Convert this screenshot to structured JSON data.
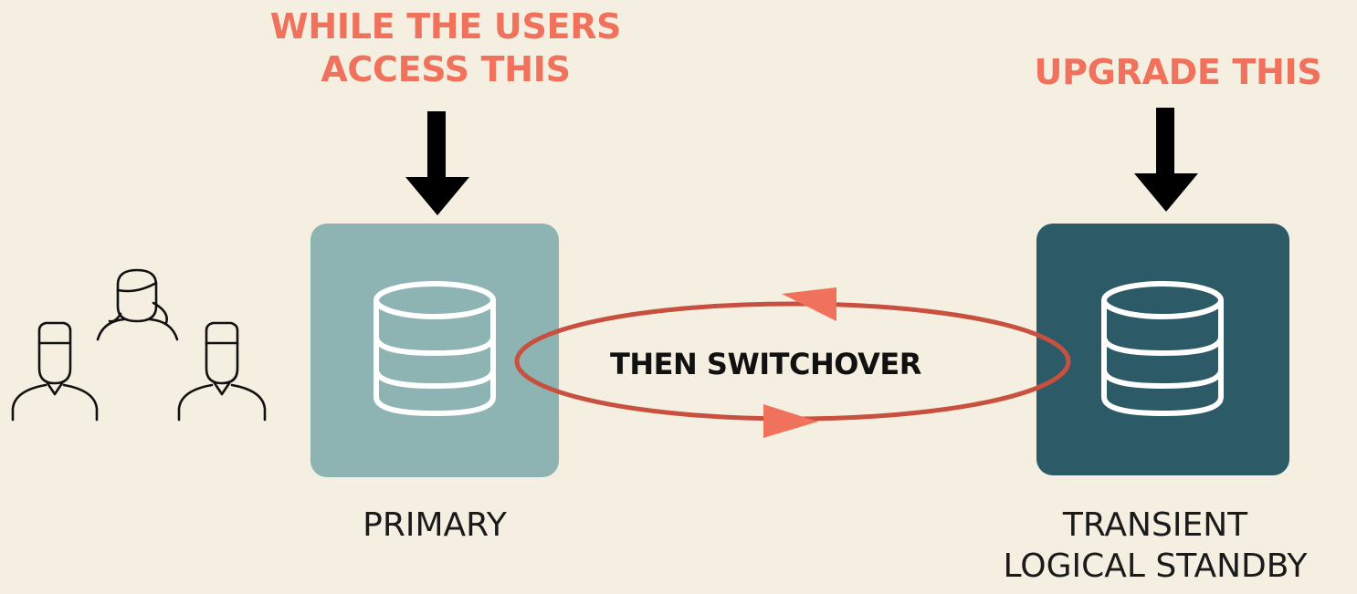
{
  "labels": {
    "primary_top_line1": "WHILE THE USERS",
    "primary_top_line2": "ACCESS THIS",
    "standby_top": "UPGRADE THIS",
    "center": "THEN SWITCHOVER",
    "primary_bottom": "PRIMARY",
    "standby_bottom_line1": "TRANSIENT",
    "standby_bottom_line2": "LOGICAL STANDBY"
  },
  "colors": {
    "background": "#f5efe2",
    "accent": "#f0725c",
    "primary_box": "#8db3b2",
    "standby_box": "#2d5a67",
    "ellipse": "#c8503f",
    "arrow": "#000000"
  },
  "icons": {
    "users": "users-icon",
    "primary_db": "database-icon",
    "standby_db": "database-icon"
  }
}
